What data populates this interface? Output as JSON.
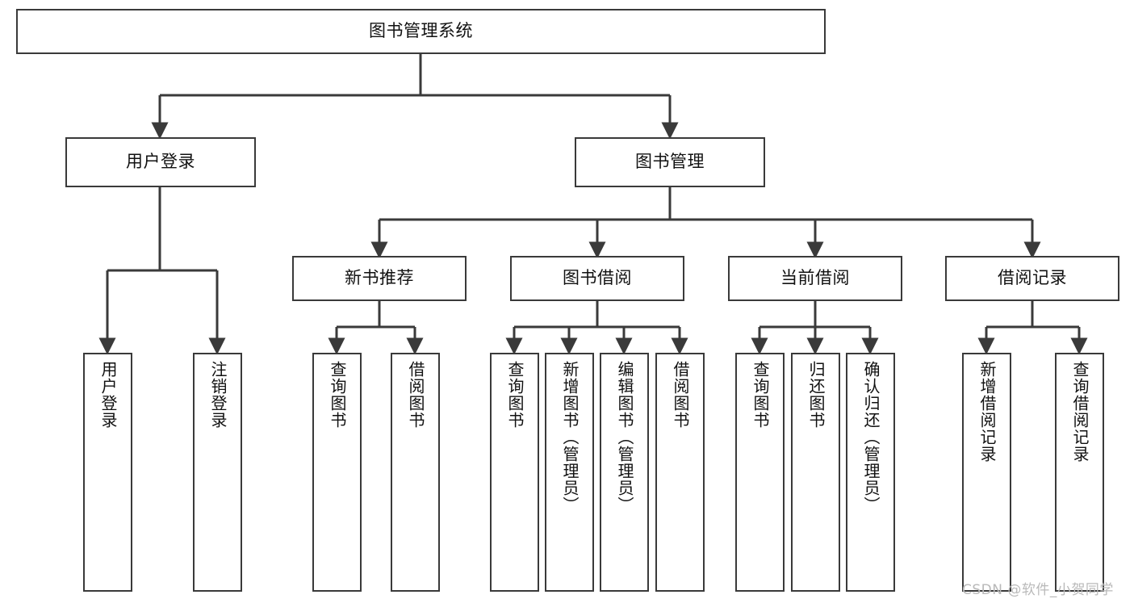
{
  "diagram": {
    "type": "tree",
    "title": "图书管理系统",
    "orientation": "top-down",
    "colors": {
      "box_border": "#3a3a3a",
      "box_fill": "#ffffff",
      "connector": "#3a3a3a",
      "text": "#111111",
      "watermark": "#b9b9b9",
      "background": "#ffffff"
    },
    "root": {
      "label": "图书管理系统"
    },
    "level2": [
      {
        "label": "用户登录"
      },
      {
        "label": "图书管理"
      }
    ],
    "level3": [
      {
        "label": "新书推荐"
      },
      {
        "label": "图书借阅"
      },
      {
        "label": "当前借阅"
      },
      {
        "label": "借阅记录"
      }
    ],
    "leaves_user_login": [
      {
        "label": "用户登录"
      },
      {
        "label": "注销登录"
      }
    ],
    "leaves_new_book": [
      {
        "label": "查询图书"
      },
      {
        "label": "借阅图书"
      }
    ],
    "leaves_borrow": [
      {
        "label": "查询图书"
      },
      {
        "label": "新增图书（管理员）"
      },
      {
        "label": "编辑图书（管理员）"
      },
      {
        "label": "借阅图书"
      }
    ],
    "leaves_current": [
      {
        "label": "查询图书"
      },
      {
        "label": "归还图书"
      },
      {
        "label": "确认归还（管理员）"
      }
    ],
    "leaves_records": [
      {
        "label": "新增借阅记录"
      },
      {
        "label": "查询借阅记录"
      }
    ],
    "watermark": "CSDN @软件_小贺同学"
  }
}
